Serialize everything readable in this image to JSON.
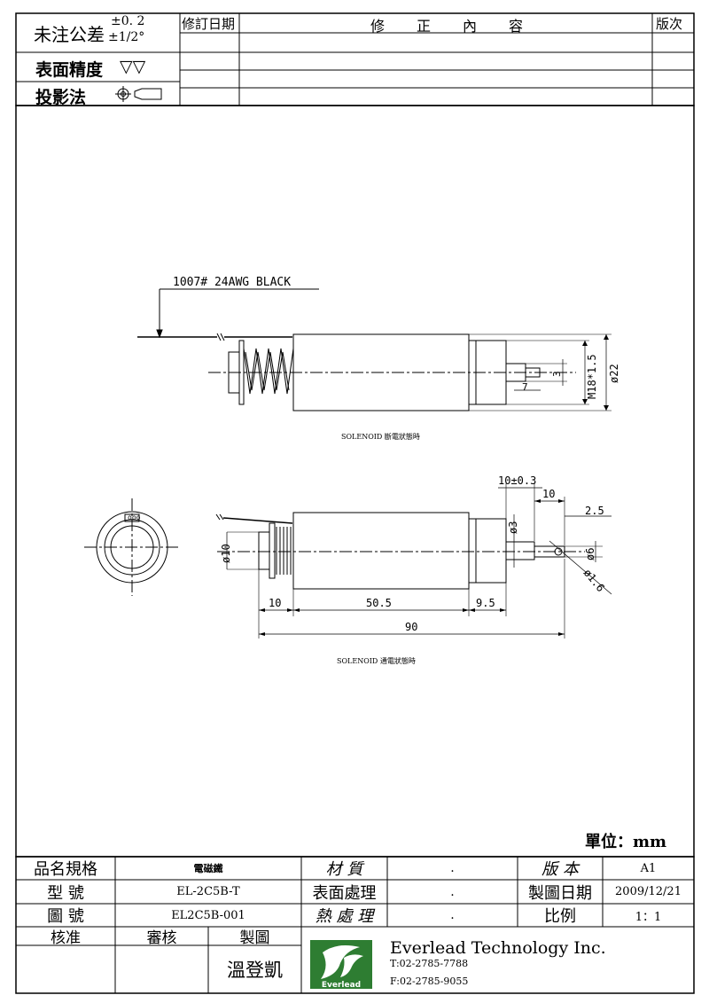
{
  "header": {
    "tolerance_label": "未注公差",
    "tolerance_linear": "±0. 2",
    "tolerance_angular": "±1/2°",
    "surface_finish_label": "表面精度",
    "surface_finish_symbol": "▽▽",
    "projection_label": "投影法",
    "revision_date_label": "修訂日期",
    "revision_content_chars": [
      "修",
      "正",
      "內",
      "容"
    ],
    "revision_version_label": "版次"
  },
  "drawing_top": {
    "wire_label": "1007# 24AWG BLACK",
    "dim_thread": "M18*1.5",
    "dim_diameter": "ø22",
    "dim_3": "3",
    "dim_7": "7",
    "caption": "SOLENOID 斷電狀態時"
  },
  "drawing_bottom": {
    "dim_10_tol": "10±0.3",
    "dim_10_top": "10",
    "dim_2_5": "2.5",
    "dim_d3": "ø3",
    "dim_d6": "ø6",
    "dim_d1_6": "ø1.6",
    "dim_d10": "ø10",
    "dim_10_bottom": "10",
    "dim_50_5": "50.5",
    "dim_9_5": "9.5",
    "dim_90": "90",
    "terminal_label": "ooo",
    "caption": "SOLENOID 通電狀態時"
  },
  "units": "單位：mm",
  "title_block": {
    "row1": {
      "label1": "品名規格",
      "value1": "電磁鐵",
      "label2": "材 質",
      "value2": ".",
      "label3": "版 本",
      "value3": "A1"
    },
    "row2": {
      "label1": "型 號",
      "value1": "EL-2C5B-T",
      "label2": "表面處理",
      "value2": ".",
      "label3": "製圖日期",
      "value3": "2009/12/21"
    },
    "row3": {
      "label1": "圖 號",
      "value1": "EL2C5B-001",
      "label2": "熱 處 理",
      "value2": ".",
      "label3": "比例",
      "value3": "1：1"
    },
    "approve_label": "核准",
    "review_label": "審核",
    "draw_label": "製圖",
    "drawer_name": "溫登凱",
    "logo_text": "Everlead",
    "company_name": "Everlead Technology Inc.",
    "phone": "T:02-2785-7788",
    "fax": "F:02-2785-9055"
  },
  "colors": {
    "logo_green": "#2e7d32",
    "line": "#000000"
  }
}
